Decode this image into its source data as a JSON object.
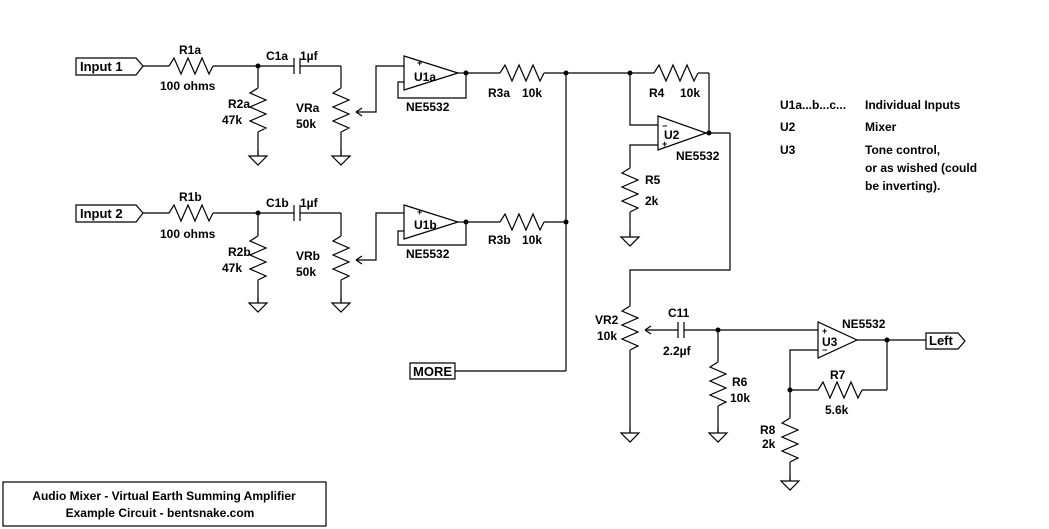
{
  "ports": {
    "input1": "Input  1",
    "input2": "Input  2",
    "more": "MORE",
    "left": "Left"
  },
  "components": {
    "r1a": {
      "ref": "R1a",
      "value": "100 ohms"
    },
    "c1a": {
      "ref": "C1a",
      "value": "1µf"
    },
    "r2a": {
      "ref": "R2a",
      "value": "47k"
    },
    "vra": {
      "ref": "VRa",
      "value": "50k"
    },
    "u1a": {
      "ref": "U1a",
      "part": "NE5532"
    },
    "r3a": {
      "ref": "R3a",
      "value": "10k"
    },
    "r1b": {
      "ref": "R1b",
      "value": "100 ohms"
    },
    "c1b": {
      "ref": "C1b",
      "value": "1µf"
    },
    "r2b": {
      "ref": "R2b",
      "value": "47k"
    },
    "vrb": {
      "ref": "VRb",
      "value": "50k"
    },
    "u1b": {
      "ref": "U1b",
      "part": "NE5532"
    },
    "r3b": {
      "ref": "R3b",
      "value": "10k"
    },
    "r4": {
      "ref": "R4",
      "value": "10k"
    },
    "u2": {
      "ref": "U2",
      "part": "NE5532"
    },
    "r5": {
      "ref": "R5",
      "value": "2k"
    },
    "vr2": {
      "ref": "VR2",
      "value": "10k"
    },
    "c11": {
      "ref": "C11",
      "value": "2.2µf"
    },
    "r6": {
      "ref": "R6",
      "value": "10k"
    },
    "u3": {
      "ref": "U3",
      "part": "NE5532"
    },
    "r7": {
      "ref": "R7",
      "value": "5.6k"
    },
    "r8": {
      "ref": "R8",
      "value": "2k"
    }
  },
  "opamp_symbols": {
    "plus": "+",
    "minus": "−"
  },
  "legend": [
    {
      "key": "U1a...b...c...",
      "desc": [
        "Individual Inputs"
      ]
    },
    {
      "key": "U2",
      "desc": [
        "Mixer"
      ]
    },
    {
      "key": "U3",
      "desc": [
        "Tone control,",
        "or as wished (could",
        "be inverting)."
      ]
    }
  ],
  "title_block": {
    "line1": "Audio Mixer - Virtual Earth Summing Amplifier",
    "line2": "Example Circuit - bentsnake.com"
  }
}
